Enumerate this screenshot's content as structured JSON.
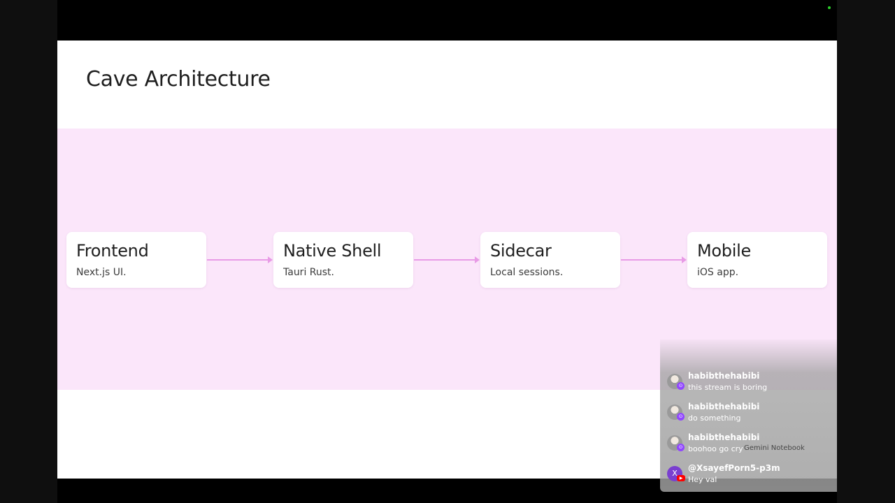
{
  "slide": {
    "title": "Cave Architecture",
    "cards": [
      {
        "title": "Frontend",
        "subtitle": "Next.js UI."
      },
      {
        "title": "Native Shell",
        "subtitle": "Tauri Rust."
      },
      {
        "title": "Sidecar",
        "subtitle": "Local sessions."
      },
      {
        "title": "Mobile",
        "subtitle": "iOS app."
      }
    ]
  },
  "chat": {
    "messages": [
      {
        "user": "habibthehabibi",
        "text": "this stream is boring",
        "platform": "twitch"
      },
      {
        "user": "habibthehabibi",
        "text": "do something",
        "platform": "twitch"
      },
      {
        "user": "habibthehabibi",
        "text": "boohoo go cry",
        "platform": "twitch"
      },
      {
        "user": "@XsayefPorn5-p3m",
        "text": "Hey val",
        "platform": "youtube",
        "avatar_letter": "X"
      }
    ],
    "overlay_label": "Gemini Notebook"
  },
  "colors": {
    "band": "#fbe6fa",
    "arrow": "#e89be6",
    "live_indicator": "#2bd12b",
    "twitch_badge": "#9146ff",
    "youtube_badge": "#ff0000"
  }
}
